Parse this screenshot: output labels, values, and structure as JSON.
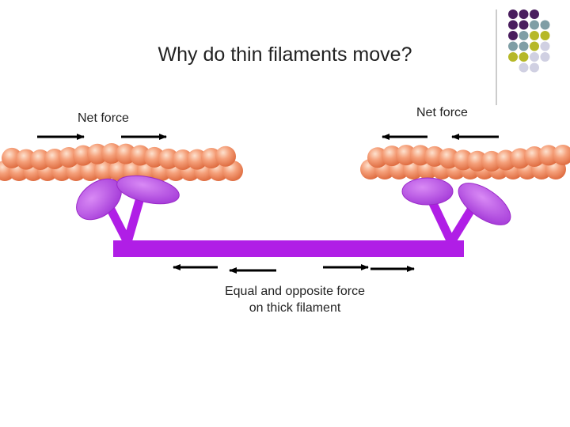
{
  "slide": {
    "title": "Why do thin filaments move?",
    "net_force_left": "Net force",
    "net_force_right": "Net force",
    "caption_line1": "Equal and opposite force",
    "caption_line2": "on thick filament"
  },
  "decoration": {
    "dot_colors": [
      "#4a1e5e",
      "#7f9ea5",
      "#b6b828",
      "#d0d0e2"
    ],
    "divider_color": "#999999"
  },
  "colors": {
    "actin_bead": "#f08a60",
    "myosin": "#b01ee6",
    "myosin_head": "#b24be8",
    "arrow": "#000000"
  }
}
